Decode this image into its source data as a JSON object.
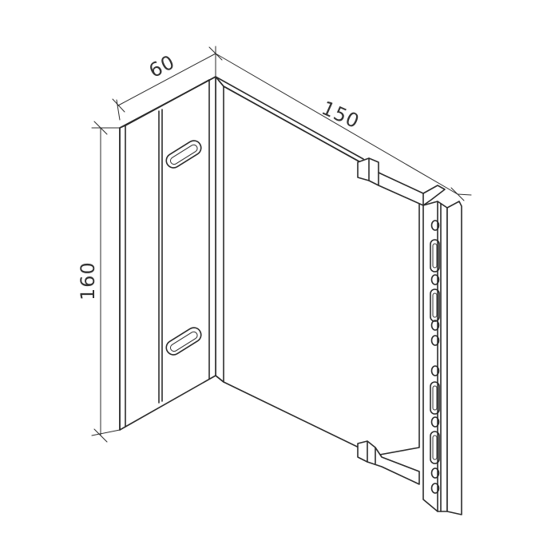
{
  "dimensions": {
    "width_60": "60",
    "length_150": "150",
    "height_160": "160"
  },
  "colors": {
    "line": "#2b2b2b",
    "text": "#333333",
    "background": "#ffffff"
  }
}
